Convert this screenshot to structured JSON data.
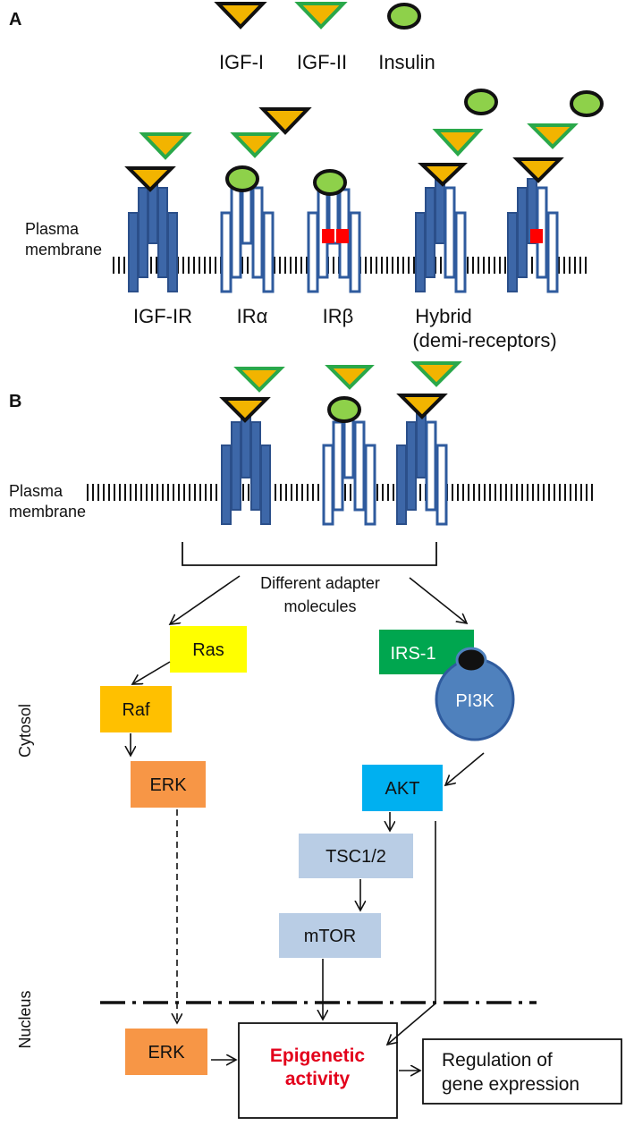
{
  "panel_labels": {
    "a": "A",
    "b": "B"
  },
  "legend": {
    "igf1": "IGF-I",
    "igf2": "IGF-II",
    "insulin": "Insulin"
  },
  "panel_a": {
    "membrane_label_line1": "Plasma",
    "membrane_label_line2": "membrane",
    "receptor_labels": {
      "igf_ir": "IGF-IR",
      "ir_alpha": "IRα",
      "ir_beta": "IRβ",
      "hybrid_line1": "Hybrid",
      "hybrid_line2": "(demi-receptors)"
    }
  },
  "panel_b": {
    "membrane_label_line1": "Plasma",
    "membrane_label_line2": "membrane",
    "adapter_line1": "Different adapter",
    "adapter_line2": "molecules",
    "compartments": {
      "cytosol": "Cytosol",
      "nucleus": "Nucleus"
    },
    "nodes": {
      "ras": "Ras",
      "raf": "Raf",
      "erk": "ERK",
      "irs1": "IRS-1",
      "pi3k": "PI3K",
      "akt": "AKT",
      "tsc": "TSC1/2",
      "mtor": "mTOR",
      "erk_nuclear": "ERK",
      "epigenetic_line1": "Epigenetic",
      "epigenetic_line2": "activity",
      "regulation_line1": "Regulation of",
      "regulation_line2": "gene expression"
    }
  },
  "colors": {
    "receptor": "#3d67a8",
    "igf1_fill": "#f2b400",
    "igf1_border": "#111111",
    "igf2_border": "#2aa84a",
    "insulin_fill": "#8ed14a",
    "red_domain": "#ff0000",
    "ras": "#ffff00",
    "raf": "#ffc000",
    "erk": "#f79646",
    "irs1": "#00a64f",
    "pi3k": "#4f81bd",
    "akt": "#00b0f0",
    "tsc": "#b9cde5",
    "mtor": "#b9cde5",
    "epigenetic_text": "#e3001b"
  }
}
